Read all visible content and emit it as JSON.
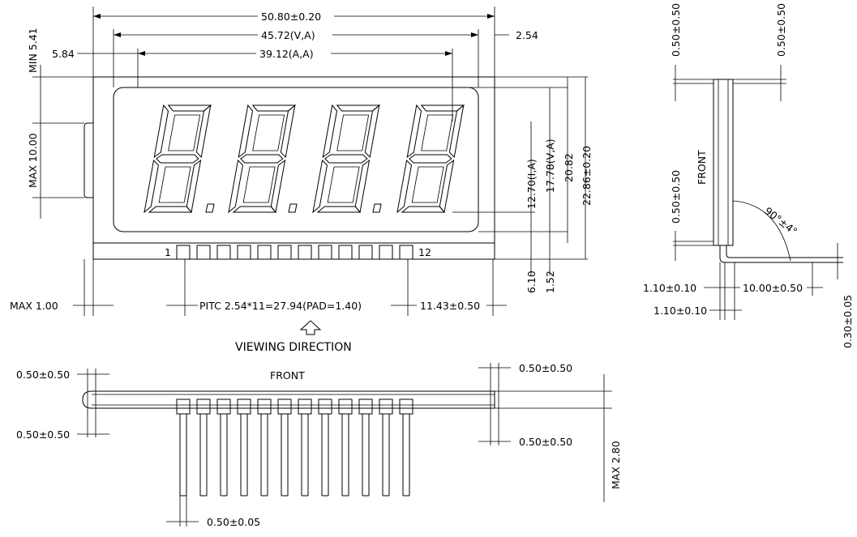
{
  "front_view": {
    "dims": {
      "overall_width": "50.80±0.20",
      "digit_span": "45.72(V,A)",
      "inner_span": "39.12(A,A)",
      "right_offset": "2.54",
      "min_left": "MIN 5.41",
      "left_offset": "5.84",
      "max_pin_height": "MAX 10.00",
      "max_lead": "MAX 1.00",
      "pitch": "PITC 2.54*11=27.94(PAD=1.40)",
      "pin_offset": "11.43±0.50",
      "char_height_ia": "12.70(I,A)",
      "char_height_va": "17.78(V,A)",
      "glass_height": "20.82",
      "overall_height": "22.86±0.20",
      "pad_height": "6.10",
      "pad_width": "1.52"
    },
    "pin_labels": {
      "first": "1",
      "last": "12"
    }
  },
  "viewing_direction": {
    "label": "VIEWING DIRECTION"
  },
  "bottom_view": {
    "front_label": "FRONT",
    "dims": {
      "top_left_tol": "0.50±0.50",
      "bottom_left_tol": "0.50±0.50",
      "top_right_tol": "0.50±0.50",
      "bottom_right_tol": "0.50±0.50",
      "max_thickness": "MAX 2.80",
      "pin_width": "0.50±0.05"
    }
  },
  "side_view": {
    "front_label": "FRONT",
    "dims": {
      "top_left_tol": "0.50±0.50",
      "top_right_tol": "0.50±0.50",
      "middle_tol": "0.50±0.50",
      "angle": "90°±4°",
      "lead_offset_outer": "1.10±0.10",
      "lead_length": "10.00±0.50",
      "lead_offset_inner": "1.10±0.10",
      "lead_thickness": "0.30±0.05"
    }
  }
}
